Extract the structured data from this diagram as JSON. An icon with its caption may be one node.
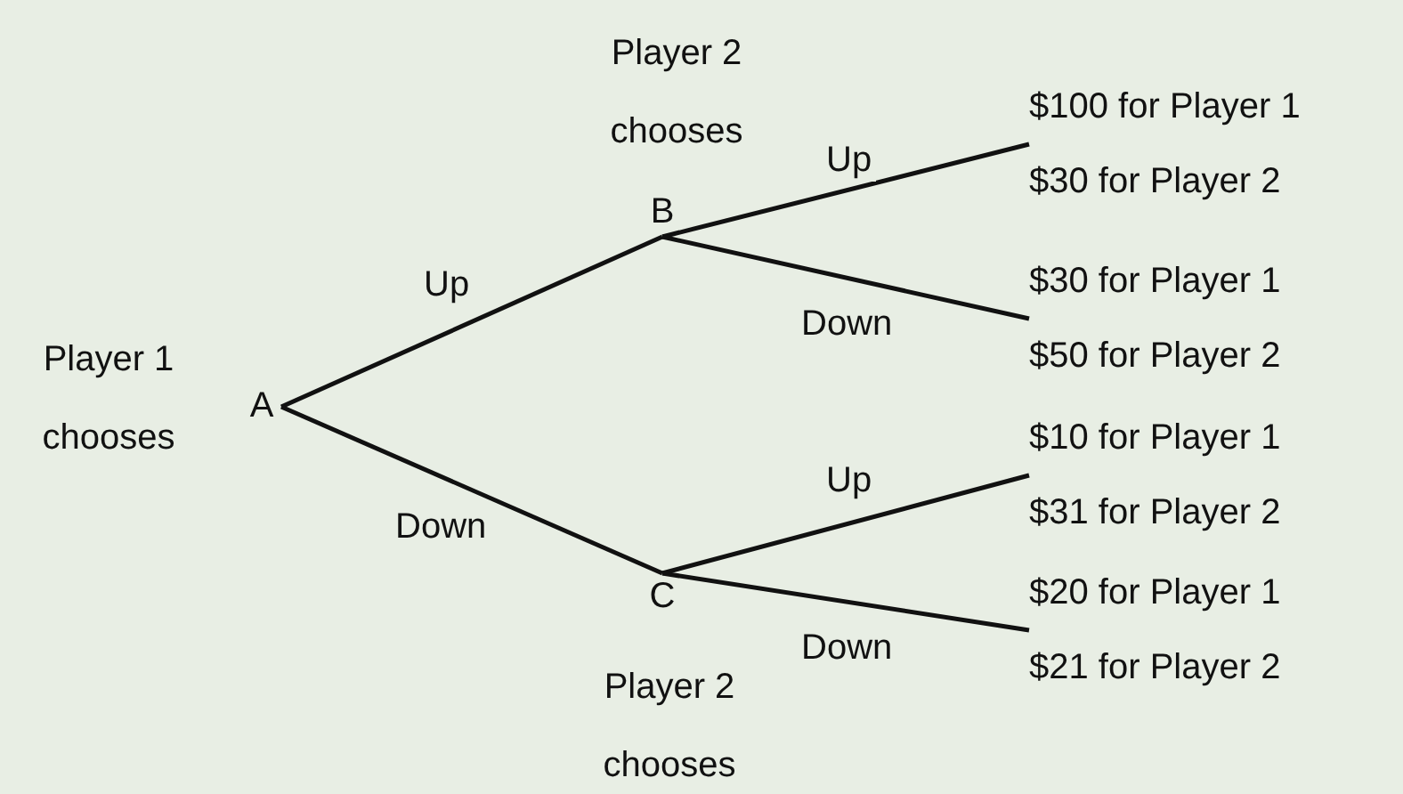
{
  "diagram": {
    "nodes": [
      {
        "text": [
          "A"
        ],
        "beside": [
          "Player 1 chooses"
        ]
      },
      {
        "text": [
          "B"
        ],
        "beside": [
          "Player 2 chooses"
        ]
      },
      {
        "text": [
          "C"
        ],
        "beside": [
          "Player 2 chooses"
        ]
      },
      {
        "text": [
          "$100 for Player 1",
          "$30 for Player 2"
        ]
      },
      {
        "text": [
          "$30 for Player 1",
          "$50 for Player 2"
        ]
      },
      {
        "text": [
          "$10 for Player 1",
          "$31 for Player 2"
        ]
      },
      {
        "text": [
          "$20 for Player 1",
          "$21 for Player 2"
        ]
      }
    ],
    "edges": [
      {
        "from": 0,
        "to": 1,
        "arrow": "none",
        "label": "Up"
      },
      {
        "from": 0,
        "to": 2,
        "arrow": "none",
        "label": "Down"
      },
      {
        "from": 1,
        "to": 3,
        "arrow": "none",
        "label": "Up"
      },
      {
        "from": 1,
        "to": 4,
        "arrow": "none",
        "label": "Down"
      },
      {
        "from": 2,
        "to": 5,
        "arrow": "none",
        "label": "Up"
      },
      {
        "from": 2,
        "to": 6,
        "arrow": "none",
        "label": "Down"
      }
    ]
  }
}
